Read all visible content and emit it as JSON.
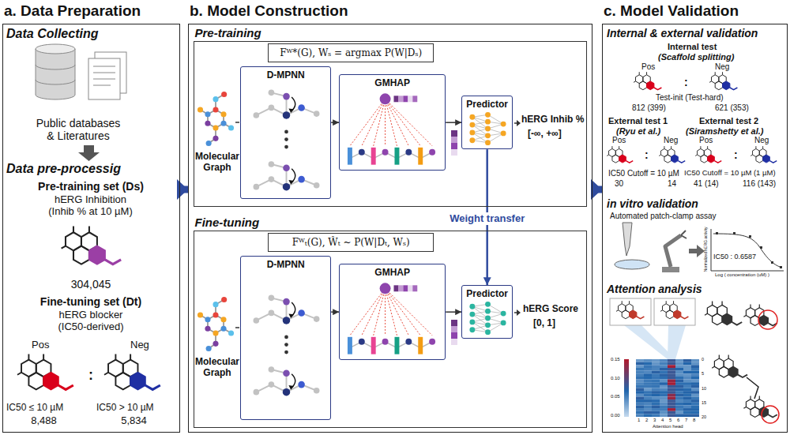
{
  "diagram": {
    "nodes": [
      {
        "text": [
          "a. Data Preparation"
        ]
      },
      {
        "text": [
          "b. Model Construction"
        ]
      },
      {
        "text": [
          "Pre-training"
        ],
        "in": 1
      },
      {
        "text": [
          "Fᵂ*(G), Wₛ = argmax P(W|Dₛ)"
        ],
        "in": 2
      },
      {
        "text": [
          "D-MPNN"
        ],
        "in": 2
      },
      {
        "text": [
          "GMHAP"
        ],
        "in": 2
      },
      {
        "text": [
          "Predictor"
        ],
        "in": 2
      },
      {
        "text": [
          "Fine-tuning"
        ],
        "in": 1
      },
      {
        "text": [
          "Fᵂₜ(G), Ŵₜ ~ P(W|Dₜ, Wₛ)"
        ],
        "in": 7
      },
      {
        "text": [
          "D-MPNN"
        ],
        "in": 7
      },
      {
        "text": [
          "GMHAP"
        ],
        "in": 7
      },
      {
        "text": [
          "Predictor"
        ],
        "in": 7
      },
      {
        "text": [
          "c. Model Validation"
        ]
      }
    ],
    "edges": [
      {
        "from": 0,
        "to": 1,
        "arrow": "to"
      },
      {
        "from": 1,
        "to": 12,
        "arrow": "to"
      },
      {
        "from": 4,
        "to": 5,
        "arrow": "to"
      },
      {
        "from": 5,
        "to": 6,
        "arrow": "to"
      },
      {
        "from": 9,
        "to": 10,
        "arrow": "to"
      },
      {
        "from": 10,
        "to": 11,
        "arrow": "to"
      },
      {
        "from": 6,
        "to": 11,
        "label": "Weight transfer",
        "arrow": "to"
      }
    ],
    "labels": [
      "Data Collecting",
      "Public databases & Literatures",
      "Data pre-processig",
      "Pre-training set (Ds)",
      "hERG Inhibition (Inhib % at 10 µM)",
      "304,045",
      "Fine-tuning set (Dt)",
      "hERG blocker (IC50-derived)",
      "Pos",
      "Neg",
      ":",
      "IC50 ≤ 10 µM",
      "IC50 > 10 µM",
      "8,488",
      "5,834",
      "Molecular Graph",
      "hERG Inhib %",
      "[-∞, +∞]",
      "Molecular Graph",
      "hERG Score",
      "[0, 1]",
      "Internal & external validation",
      "Internal test",
      "(Scaffold splitting)",
      "Pos",
      "Neg",
      ":",
      "Test-init (Test-hard)",
      "812 (399)",
      "621 (353)",
      "External test 1",
      "(Ryu et al.)",
      "External test 2",
      "(Siramshetty et al.)",
      "Pos",
      "Neg",
      ":",
      "IC50 Cutoff = 10 µM",
      "30",
      "14",
      "Pos",
      "Neg",
      ":",
      "IC50 Cutoff = 10 µM (1 µM)",
      "41 (14)",
      "116 (143)",
      "in vitro validation",
      "Automated patch-clamp assay",
      "IC50 : 0.6587",
      "Log ( concentration (uM) )",
      "Normalized hERG activity",
      "Attention analysis",
      "0.15",
      "0.10",
      "0.05",
      "0.00",
      "1",
      "2",
      "3",
      "4",
      "5",
      "6",
      "7",
      "8",
      "Attention head",
      "0",
      "5",
      "10",
      "15",
      "20"
    ]
  }
}
